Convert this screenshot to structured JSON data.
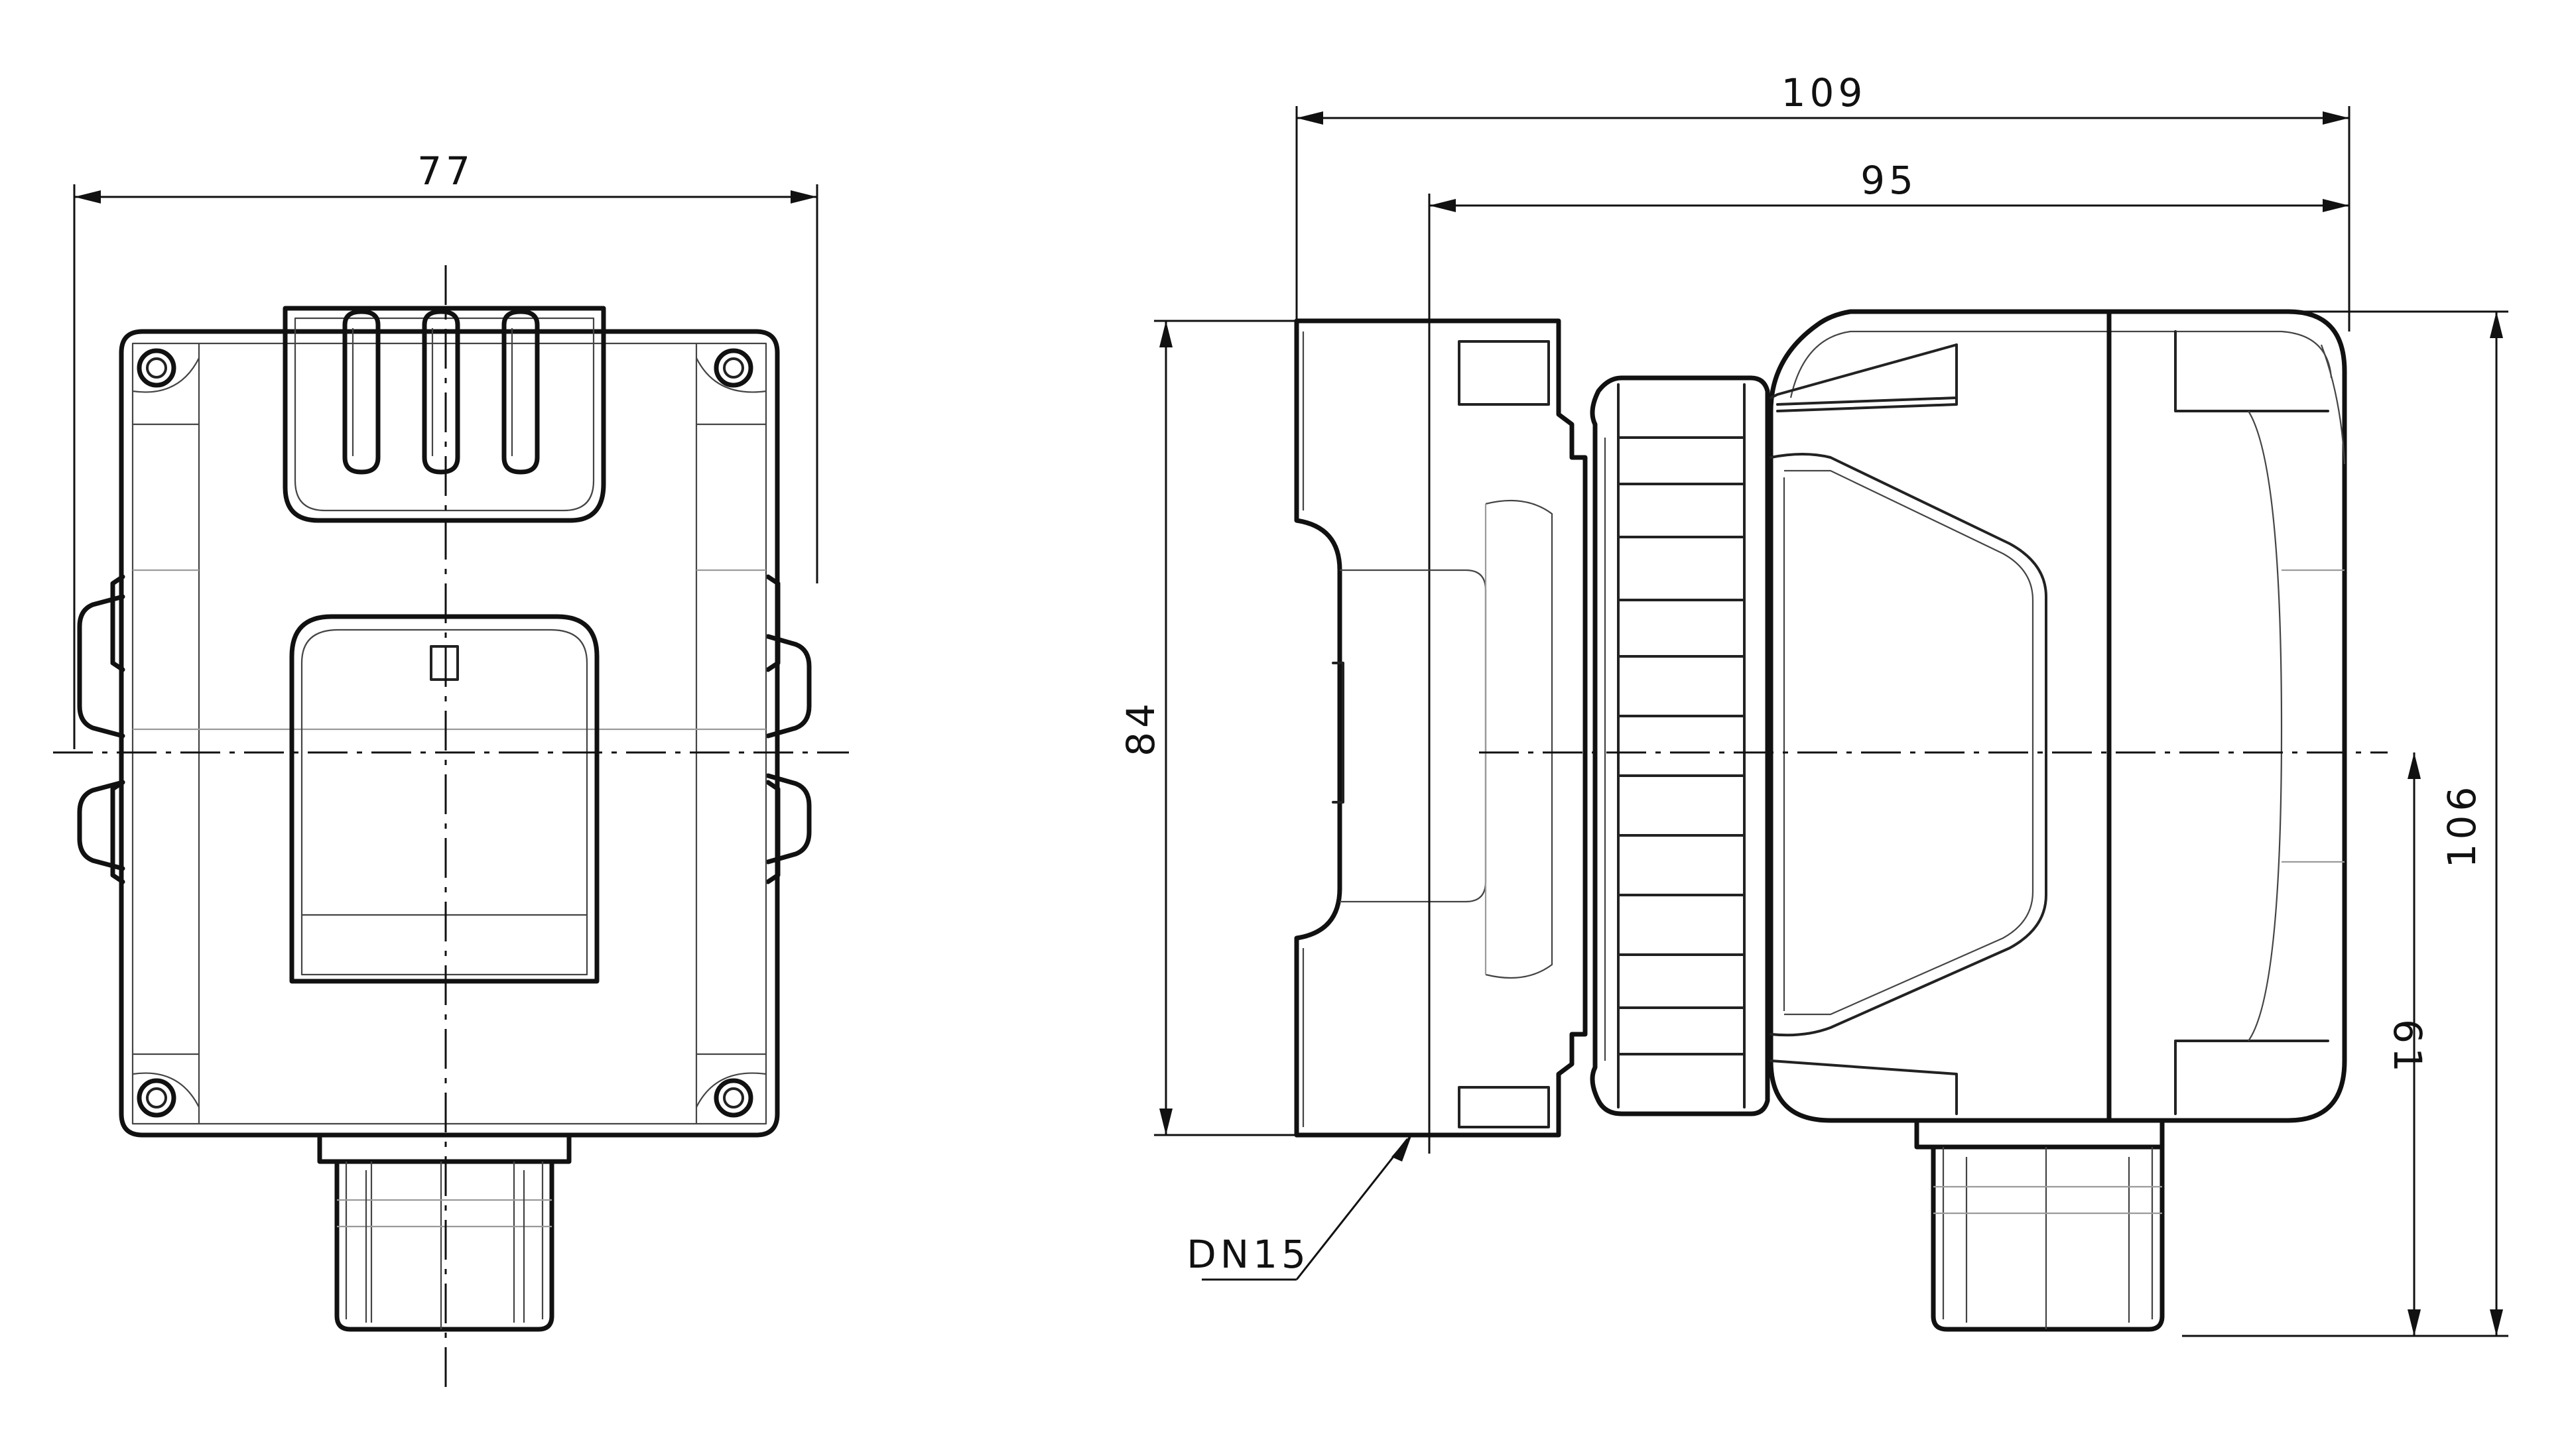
{
  "dimensions": {
    "front_width": "77",
    "side_total_length": "109",
    "side_pump_length": "95",
    "flange_height": "84",
    "total_height": "106",
    "axis_to_bottom": "61",
    "pipe_connection": "DN15"
  }
}
